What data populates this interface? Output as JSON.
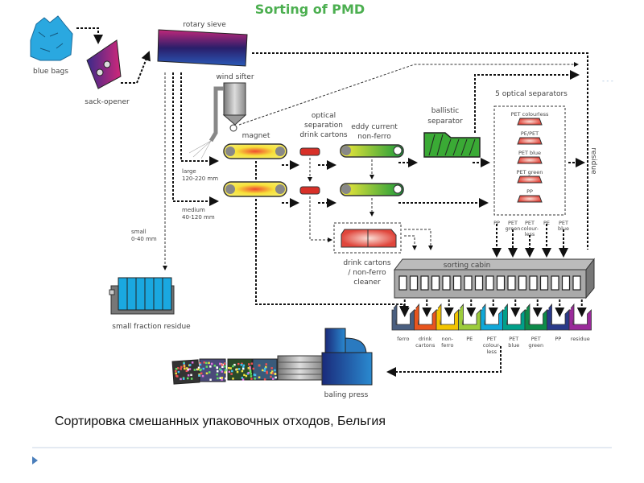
{
  "title": "Sorting of PMD",
  "colors": {
    "title": "#4caf50",
    "accent": "#4a7ebb",
    "bag": "#2aa8e0",
    "green_separator": "#3aaa35",
    "red_part": "#e0463c"
  },
  "labels": {
    "blue_bags": "blue bags",
    "sack_opener": "sack-opener",
    "rotary_sieve": "rotary sieve",
    "wind_sifter": "wind sifter",
    "magnet": "magnet",
    "optical_1": "optical",
    "optical_2": "separation",
    "optical_3": "drink cartons",
    "eddy_1": "eddy current",
    "eddy_2": "non-ferro",
    "ballistic_1": "ballistic",
    "ballistic_2": "separator",
    "optical_separators": "5 optical separators",
    "residue": "residue",
    "large_1": "large",
    "large_2": "120-220 mm",
    "medium_1": "medium",
    "medium_2": "40-120 mm",
    "small_1": "small",
    "small_2": "0-40 mm",
    "small_fraction_residue": "small fraction residue",
    "cleaner_1": "drink cartons",
    "cleaner_2": "/ non-ferro",
    "cleaner_3": "cleaner",
    "sorting_cabin": "sorting cabin",
    "baling_press": "baling press"
  },
  "optical_separator_items": [
    "PET colourless",
    "PE/PET",
    "PET blue",
    "PET green",
    "PP"
  ],
  "separator_outputs": [
    [
      "PP"
    ],
    [
      "PET",
      "green"
    ],
    [
      "PET",
      "colour-",
      "less"
    ],
    [
      "PE"
    ],
    [
      "PET",
      "blue"
    ]
  ],
  "bins": [
    {
      "label": [
        "ferro"
      ],
      "color": "#4a5f80"
    },
    {
      "label": [
        "drink",
        "cartons"
      ],
      "color": "#e8551e"
    },
    {
      "label": [
        "non-",
        "ferro"
      ],
      "color": "#f2c400"
    },
    {
      "label": [
        "PE"
      ],
      "color": "#9ccc3c"
    },
    {
      "label": [
        "PET",
        "colour-",
        "less"
      ],
      "color": "#10a8d8"
    },
    {
      "label": [
        "PET",
        "blue"
      ],
      "color": "#00a08a"
    },
    {
      "label": [
        "PET",
        "green"
      ],
      "color": "#0d8a4a"
    },
    {
      "label": [
        "PP"
      ],
      "color": "#2a3a8a"
    },
    {
      "label": [
        "residue"
      ],
      "color": "#9a2a9a"
    }
  ],
  "caption": "Сортировка смешанных упаковочных отходов, Бельгия",
  "corner_mark": "- - -"
}
